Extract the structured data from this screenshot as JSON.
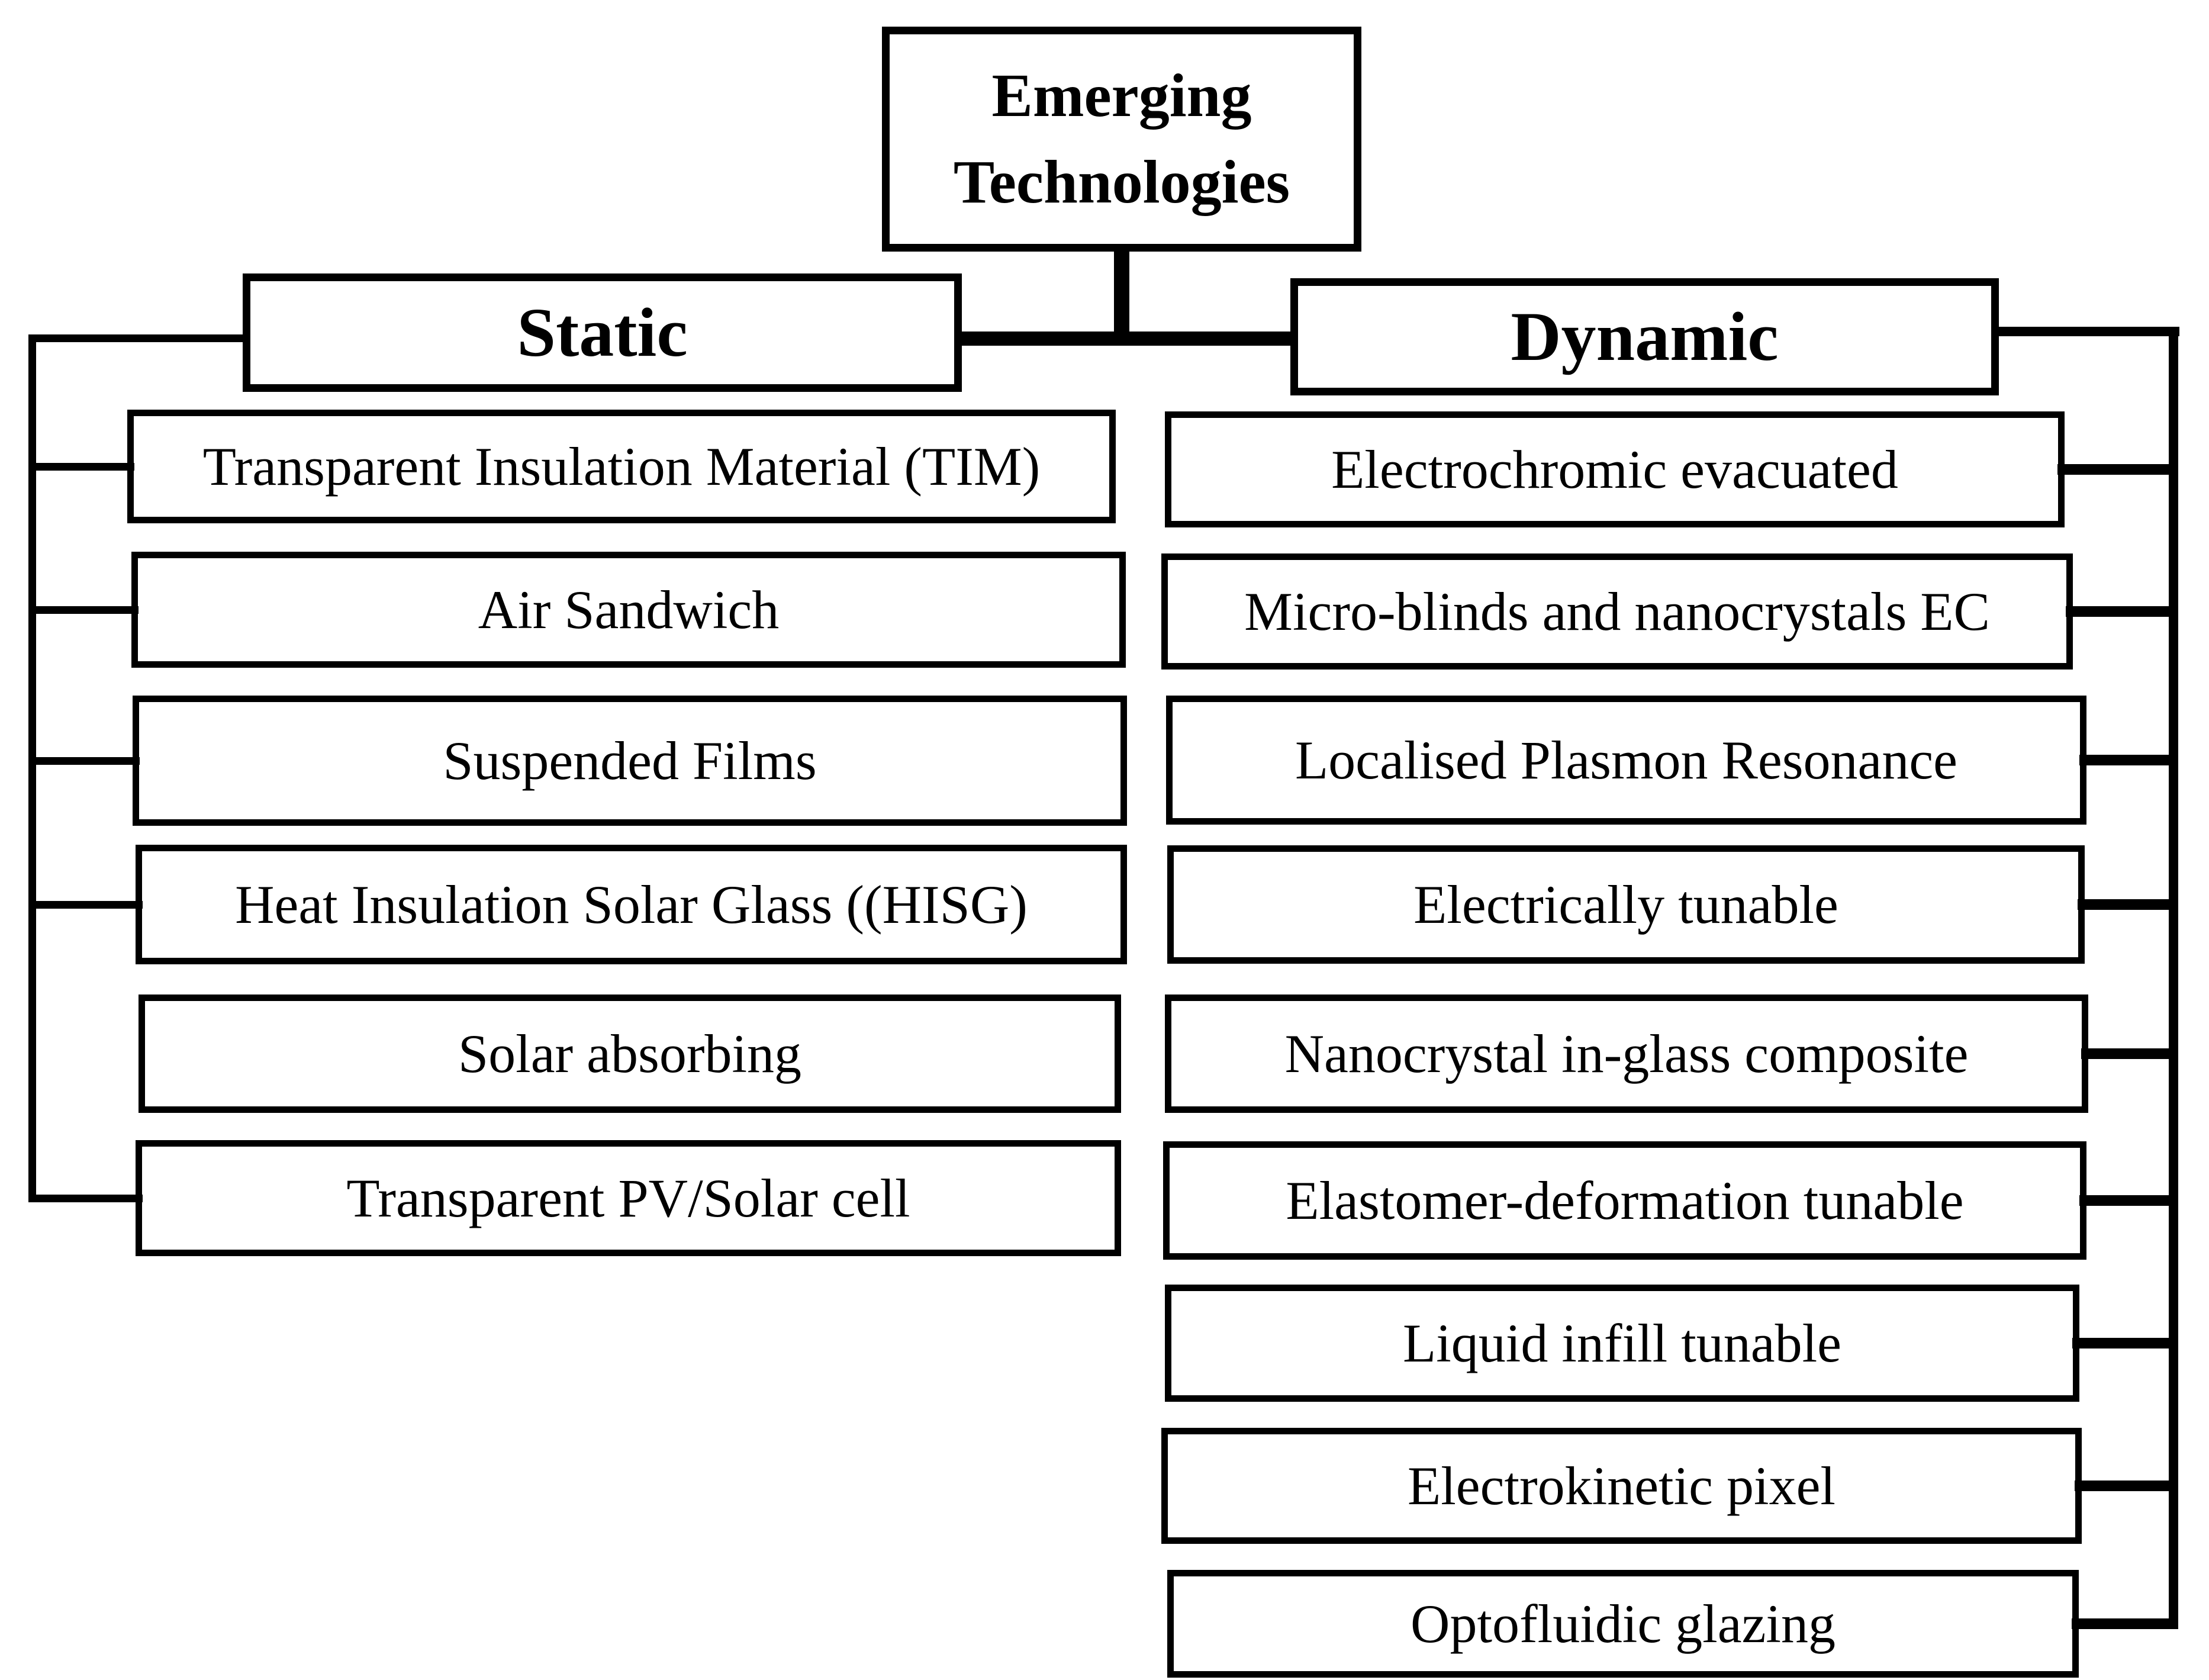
{
  "figure": {
    "title": "Emerging Technologies",
    "background_color": "#ffffff",
    "line_color": "#000000",
    "box_fill_color": "#ffffff",
    "text_color": "#000000"
  },
  "branches": [
    {
      "label": "Static",
      "items": [
        "Transparent Insulation Material (TIM)",
        "Air Sandwich",
        "Suspended Films",
        "Heat Insulation Solar Glass ((HISG)",
        "Solar absorbing",
        "Transparent PV/Solar cell"
      ]
    },
    {
      "label": "Dynamic",
      "items": [
        "Electrochromic evacuated",
        "Micro-blinds and nanocrystals EC",
        "Localised Plasmon Resonance",
        "Electrically tunable",
        "Nanocrystal in-glass composite",
        "Elastomer-deformation tunable",
        "Liquid infill tunable",
        "Electrokinetic pixel",
        "Optofluidic glazing"
      ]
    }
  ]
}
